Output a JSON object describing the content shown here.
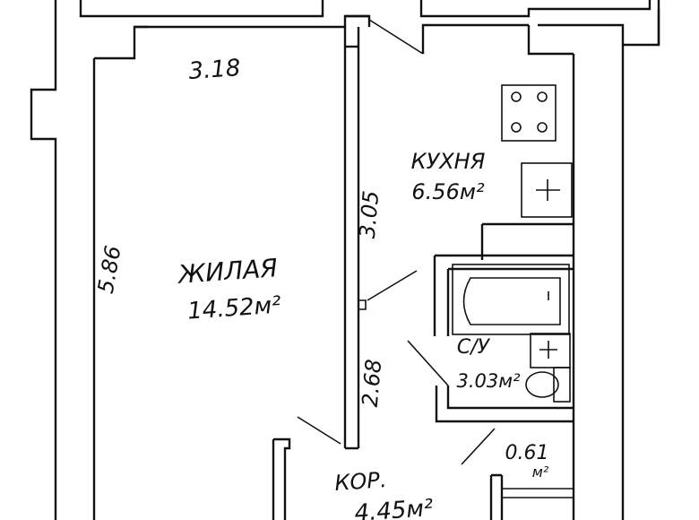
{
  "rooms": {
    "living": {
      "name": "ЖИЛАЯ",
      "area": "14.52м²"
    },
    "kitchen": {
      "name": "КУХНЯ",
      "area": "6.56м²"
    },
    "bathroom": {
      "name": "С/У",
      "area": "3.03м²"
    },
    "corridor": {
      "name": "КОР.",
      "area": "4.45м²"
    },
    "closet": {
      "area": "0.61",
      "unit": "м²"
    }
  },
  "dimensions": {
    "living_width": "3.18",
    "living_length": "5.86",
    "partition_upper": "3.05",
    "partition_lower": "2.68"
  }
}
